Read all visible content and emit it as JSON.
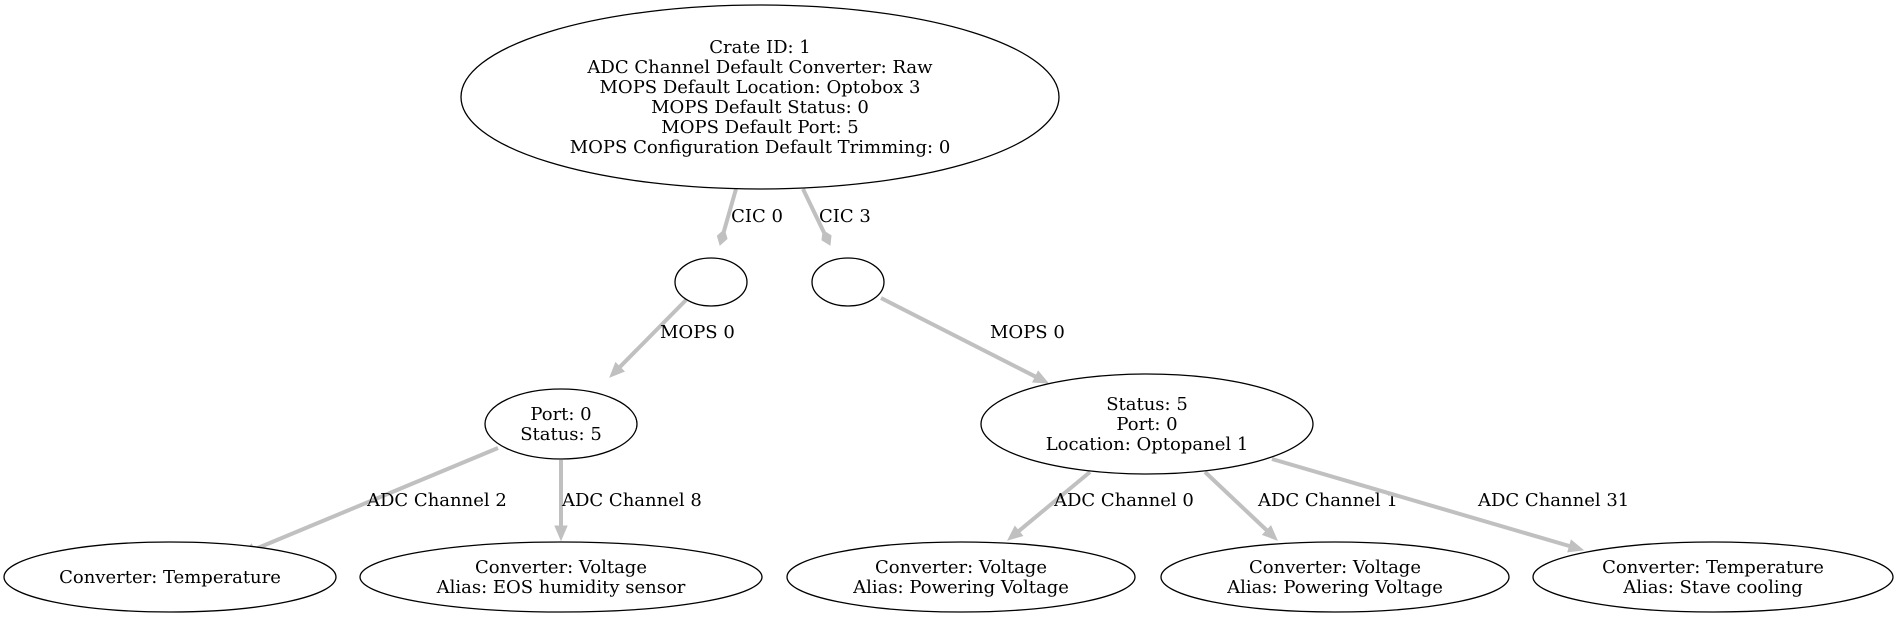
{
  "nodes": [
    {
      "id": "crate",
      "lines": [
        "Crate ID: 1",
        "ADC Channel Default Converter: Raw",
        "MOPS Default Location: Optobox 3",
        "MOPS Default Status: 0",
        "MOPS Default Port: 5",
        "MOPS Configuration Default Trimming: 0"
      ]
    },
    {
      "id": "cic0",
      "lines": []
    },
    {
      "id": "cic3",
      "lines": []
    },
    {
      "id": "mops_left",
      "lines": [
        "Port: 0",
        "Status: 5"
      ]
    },
    {
      "id": "mops_right",
      "lines": [
        "Status: 5",
        "Port: 0",
        "Location: Optopanel 1"
      ]
    },
    {
      "id": "adc2",
      "lines": [
        "Converter: Temperature"
      ]
    },
    {
      "id": "adc8",
      "lines": [
        "Converter: Voltage",
        "Alias: EOS humidity sensor"
      ]
    },
    {
      "id": "adc0",
      "lines": [
        "Converter: Voltage",
        "Alias: Powering Voltage"
      ]
    },
    {
      "id": "adc1",
      "lines": [
        "Converter: Voltage",
        "Alias: Powering Voltage"
      ]
    },
    {
      "id": "adc31",
      "lines": [
        "Converter: Temperature",
        "Alias: Stave cooling"
      ]
    }
  ],
  "edges": [
    {
      "from": "crate",
      "to": "cic0",
      "label": "CIC 0",
      "arrowhead": "diamond"
    },
    {
      "from": "crate",
      "to": "cic3",
      "label": "CIC 3",
      "arrowhead": "diamond"
    },
    {
      "from": "cic0",
      "to": "mops_left",
      "label": "MOPS 0",
      "arrowhead": "normal"
    },
    {
      "from": "cic3",
      "to": "mops_right",
      "label": "MOPS 0",
      "arrowhead": "normal"
    },
    {
      "from": "mops_left",
      "to": "adc2",
      "label": "ADC Channel 2",
      "arrowhead": "normal"
    },
    {
      "from": "mops_left",
      "to": "adc8",
      "label": "ADC Channel 8",
      "arrowhead": "normal"
    },
    {
      "from": "mops_right",
      "to": "adc0",
      "label": "ADC Channel 0",
      "arrowhead": "normal"
    },
    {
      "from": "mops_right",
      "to": "adc1",
      "label": "ADC Channel 1",
      "arrowhead": "normal"
    },
    {
      "from": "mops_right",
      "to": "adc31",
      "label": "ADC Channel 31",
      "arrowhead": "normal"
    }
  ],
  "colors": {
    "edge": "#c0c0c0",
    "node_stroke": "#000000",
    "background": "#ffffff"
  }
}
